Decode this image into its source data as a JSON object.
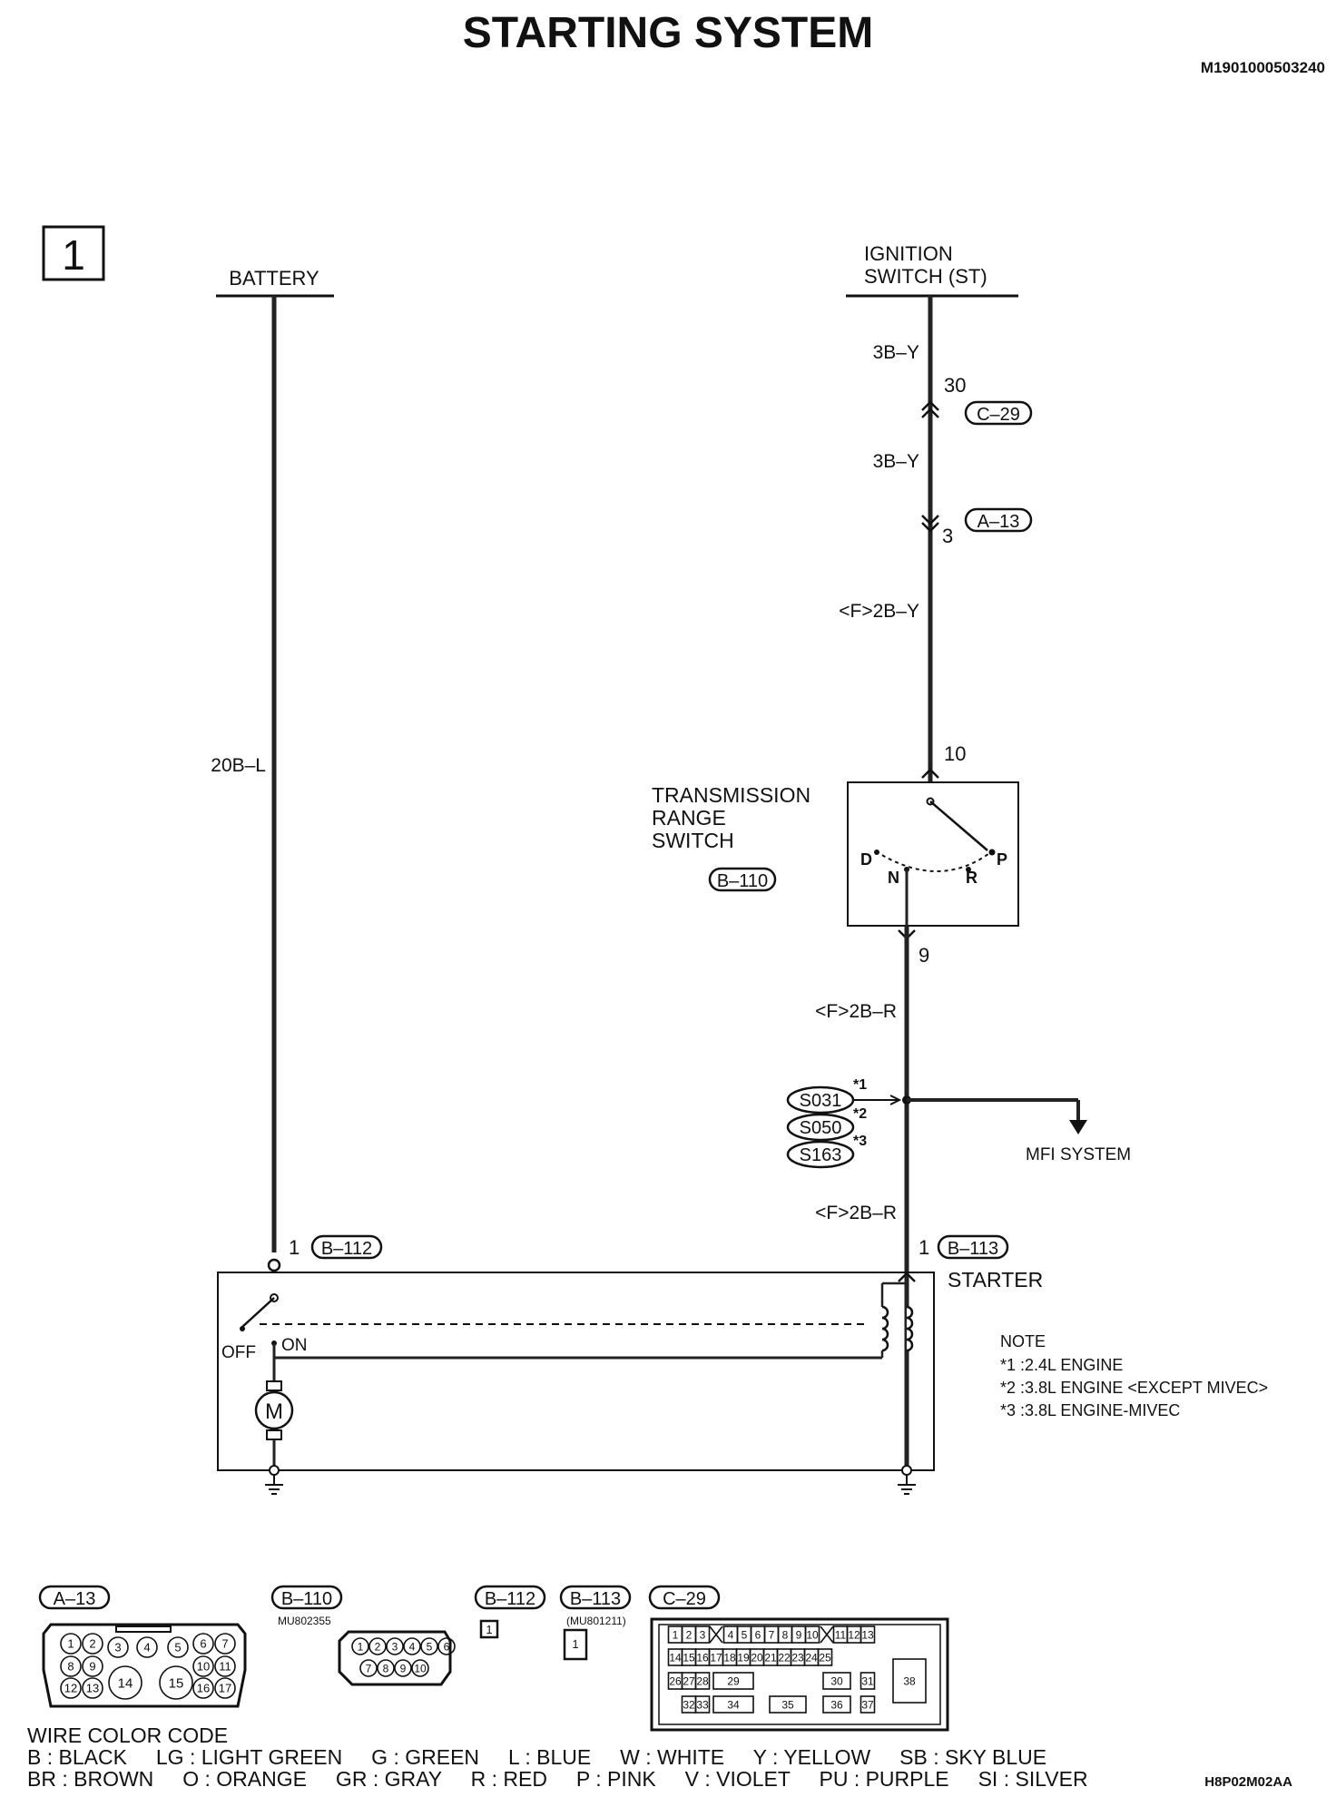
{
  "page": {
    "title": "STARTING SYSTEM",
    "doc_id": "M1901000503240",
    "figure_id": "H8P02M02AA",
    "section_number": "1"
  },
  "sources": {
    "battery": "BATTERY",
    "ignition_line1": "IGNITION",
    "ignition_line2": "SWITCH (ST)"
  },
  "wires": {
    "battery_wire": "20B–L",
    "ign_wire_1": "3B–Y",
    "ign_wire_2": "3B–Y",
    "ign_wire_3": "<F>2B–Y",
    "trs_out_wire": "<F>2B–R",
    "starter_wire": "<F>2B–R"
  },
  "pins": {
    "c29_pin": "30",
    "a13_pin": "3",
    "trs_in_pin": "10",
    "trs_out_pin": "9",
    "b112_pin": "1",
    "b113_pin": "1"
  },
  "connectors": {
    "c29": "C–29",
    "a13": "A–13",
    "b110": "B–110",
    "b112": "B–112",
    "b113": "B–113"
  },
  "trs": {
    "line1": "TRANSMISSION",
    "line2": "RANGE",
    "line3": "SWITCH",
    "pos_d": "D",
    "pos_n": "N",
    "pos_r": "R",
    "pos_p": "P"
  },
  "splices": {
    "s1": "S031",
    "s2": "S050",
    "s3": "S163",
    "m1": "*1",
    "m2": "*2",
    "m3": "*3"
  },
  "mfi": "MFI SYSTEM",
  "starter": {
    "label": "STARTER",
    "off": "OFF",
    "on": "ON",
    "motor": "M"
  },
  "note": {
    "heading": "NOTE",
    "n1": "*1 :2.4L ENGINE",
    "n2": "*2 :3.8L ENGINE <EXCEPT MIVEC>",
    "n3": "*3 :3.8L ENGINE-MIVEC"
  },
  "connector_views": {
    "a13": "A–13",
    "b110": "B–110",
    "b110_part": "MU802355",
    "b112": "B–112",
    "b113": "B–113",
    "b113_part": "(MU801211)",
    "c29": "C–29",
    "a13_pins": [
      "1",
      "2",
      "3",
      "4",
      "5",
      "6",
      "7",
      "8",
      "9",
      "10",
      "11",
      "12",
      "13",
      "14",
      "15",
      "16",
      "17"
    ],
    "b110_pins": [
      "1",
      "2",
      "3",
      "4",
      "5",
      "6",
      "7",
      "8",
      "9",
      "10"
    ],
    "b112_pin": "1",
    "b113_pin": "1",
    "c29_row1": [
      "1",
      "2",
      "3",
      "4",
      "5",
      "6",
      "7",
      "8",
      "9",
      "10",
      "11",
      "12",
      "13"
    ],
    "c29_row2": [
      "14",
      "15",
      "16",
      "17",
      "18",
      "19",
      "20",
      "21",
      "22",
      "23",
      "24",
      "25"
    ],
    "c29_row3": [
      "26",
      "27",
      "28",
      "29",
      "30",
      "31",
      "38"
    ],
    "c29_row4": [
      "32",
      "33",
      "34",
      "35",
      "36",
      "37"
    ]
  },
  "legend": {
    "heading": "WIRE COLOR CODE",
    "row1": "B : BLACK     LG : LIGHT GREEN     G : GREEN     L : BLUE     W : WHITE     Y : YELLOW     SB : SKY BLUE",
    "row2": "BR : BROWN     O : ORANGE     GR : GRAY     R : RED     P : PINK     V : VIOLET     PU : PURPLE     SI : SILVER"
  }
}
